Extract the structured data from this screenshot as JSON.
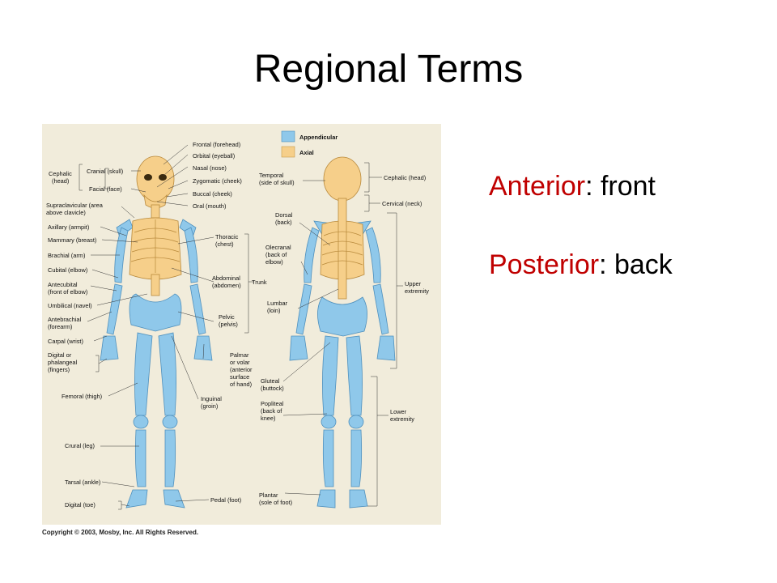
{
  "slide": {
    "title": "Regional Terms",
    "copyright": "Copyright © 2003, Mosby, Inc. All Rights Reserved."
  },
  "terms": [
    {
      "term": "Anterior",
      "sep": ": ",
      "meaning": "front"
    },
    {
      "term": "Posterior",
      "sep": ": ",
      "meaning": "back"
    }
  ],
  "legend": {
    "appendicular": "Appendicular",
    "axial": "Axial",
    "appendicular_color": "#8fc8ea",
    "axial_color": "#f6cf8a"
  },
  "anterior_labels": {
    "frontal": "Frontal (forehead)",
    "orbital": "Orbital (eyeball)",
    "nasal": "Nasal (nose)",
    "zygomatic": "Zygomatic (cheek)",
    "buccal": "Buccal (cheek)",
    "oral": "Oral (mouth)",
    "cephalic": [
      "Cephalic",
      "(head)"
    ],
    "cranial": "Cranial (skull)",
    "facial": "Facial (face)",
    "supraclavicular": [
      "Supraclavicular (area",
      "above clavicle)"
    ],
    "axillary": "Axillary (armpit)",
    "mammary": "Mammary (breast)",
    "brachial": "Brachial (arm)",
    "cubital": "Cubital (elbow)",
    "antecubital": [
      "Antecubital",
      "(front of elbow)"
    ],
    "umbilical": "Umbilical (navel)",
    "antebrachial": [
      "Antebrachial",
      "(forearm)"
    ],
    "carpal": "Carpal (wrist)",
    "digital": [
      "Digital or",
      "phalangeal",
      "(fingers)"
    ],
    "femoral": "Femoral (thigh)",
    "crural": "Crural (leg)",
    "tarsal": "Tarsal (ankle)",
    "digital_toe": "Digital (toe)",
    "thoracic": [
      "Thoracic",
      "(chest)"
    ],
    "abdominal": [
      "Abdominal",
      "(abdomen)"
    ],
    "trunk": "Trunk",
    "pelvic": [
      "Pelvic",
      "(pelvis)"
    ],
    "palmar": [
      "Palmar",
      "or volar",
      "(anterior",
      "surface",
      "of hand)"
    ],
    "inguinal": [
      "Inguinal",
      "(groin)"
    ],
    "pedal": "Pedal (foot)"
  },
  "posterior_labels": {
    "temporal": [
      "Temporal",
      "(side of skull)"
    ],
    "cephalic": "Cephalic (head)",
    "cervical": "Cervical (neck)",
    "dorsal": [
      "Dorsal",
      "(back)"
    ],
    "olecranal": [
      "Olecranal",
      "(back of",
      "elbow)"
    ],
    "upper_extremity": [
      "Upper",
      "extremity"
    ],
    "lumbar": [
      "Lumbar",
      "(loin)"
    ],
    "gluteal": [
      "Gluteal",
      "(buttock)"
    ],
    "popliteal": [
      "Popliteal",
      "(back of",
      "knee)"
    ],
    "lower_extremity": [
      "Lower",
      "extremity"
    ],
    "plantar": [
      "Plantar",
      "(sole of foot)"
    ]
  }
}
